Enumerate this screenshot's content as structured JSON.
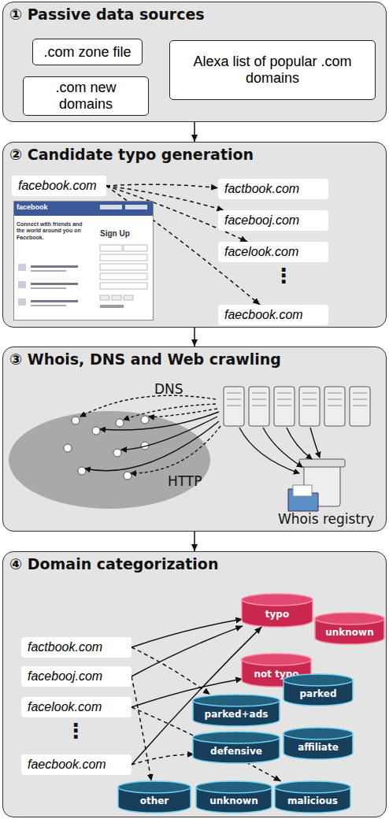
{
  "diagram": {
    "nodes": [
      {
        "text": [
          "① Passive data sources"
        ]
      },
      {
        "text": [
          ".com zone file"
        ],
        "in": 0
      },
      {
        "text": [
          ".com new domains"
        ],
        "in": 0
      },
      {
        "text": [
          "Alexa list of popular .com domains"
        ],
        "in": 0
      },
      {
        "text": [
          "② Candidate typo generation"
        ]
      },
      {
        "text": [
          "facebook.com"
        ],
        "in": 4
      },
      {
        "text": [
          "factbook.com"
        ],
        "in": 4
      },
      {
        "text": [
          "facebooj.com"
        ],
        "in": 4
      },
      {
        "text": [
          "facelook.com"
        ],
        "in": 4
      },
      {
        "text": [
          "faecbook.com"
        ],
        "in": 4
      },
      {
        "text": [
          "③ Whois, DNS and Web crawling"
        ]
      },
      {
        "text": [
          "④ Domain categorization"
        ]
      },
      {
        "text": [
          "factbook.com"
        ],
        "in": 11
      },
      {
        "text": [
          "facebooj.com"
        ],
        "in": 11
      },
      {
        "text": [
          "facelook.com"
        ],
        "in": 11
      },
      {
        "text": [
          "faecbook.com"
        ],
        "in": 11
      },
      {
        "text": [
          "typo"
        ],
        "in": 11
      },
      {
        "text": [
          "unknown"
        ],
        "in": 11
      },
      {
        "text": [
          "not typo"
        ],
        "in": 11
      },
      {
        "text": [
          "parked+ads"
        ],
        "in": 11
      },
      {
        "text": [
          "parked"
        ],
        "in": 11
      },
      {
        "text": [
          "defensive"
        ],
        "in": 11
      },
      {
        "text": [
          "affiliate"
        ],
        "in": 11
      },
      {
        "text": [
          "other"
        ],
        "in": 11
      },
      {
        "text": [
          "unknown"
        ],
        "in": 11
      },
      {
        "text": [
          "malicious"
        ],
        "in": 11
      }
    ],
    "edges": [
      {
        "from": 0,
        "to": 4,
        "arrow": "to"
      },
      {
        "from": 4,
        "to": 10,
        "arrow": "to"
      },
      {
        "from": 10,
        "to": 11,
        "arrow": "to"
      },
      {
        "from": 5,
        "to": 6,
        "arrow": "to"
      },
      {
        "from": 5,
        "to": 7,
        "arrow": "to"
      },
      {
        "from": 5,
        "to": 8,
        "arrow": "to"
      },
      {
        "from": 5,
        "to": 9,
        "arrow": "to"
      },
      {
        "from": 12,
        "to": 16,
        "arrow": "to"
      },
      {
        "from": 13,
        "to": 16,
        "arrow": "to"
      },
      {
        "from": 14,
        "to": 18,
        "arrow": "to"
      },
      {
        "from": 15,
        "to": 16,
        "arrow": "to"
      },
      {
        "from": 12,
        "to": 19,
        "arrow": "to"
      },
      {
        "from": 13,
        "to": 23,
        "arrow": "to"
      },
      {
        "from": 14,
        "to": 25,
        "arrow": "to"
      },
      {
        "from": 15,
        "to": 21,
        "arrow": "to"
      }
    ],
    "labels": [
      "⋮",
      "⋮",
      "DNS",
      "HTTP",
      "Whois registry",
      "facebook",
      "Connect with friends and the world around you on Facebook.",
      "Sign Up"
    ]
  }
}
